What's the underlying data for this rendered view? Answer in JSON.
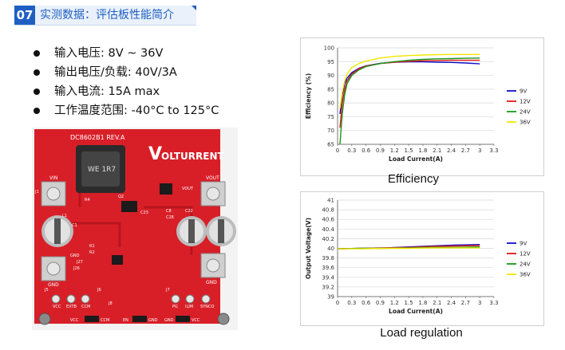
{
  "header": {
    "number": "07",
    "title": "实测数据：评估板性能简介"
  },
  "specs": [
    "输入电压: 8V ~ 36V",
    "输出电压/负载: 40V/3A",
    "输入电流: 15A max",
    "工作温度范围: -40°C to 125°C"
  ],
  "board": {
    "id_label": "DC8602B1 REV.A",
    "logo_text": "OLTURRENT",
    "logo_initial": "V",
    "inductor_text": "WE 1R7",
    "terminals": [
      "VIN",
      "GND",
      "VOUT",
      "GND"
    ],
    "labels": [
      "VOUT",
      "J1",
      "R4",
      "Q2",
      "J27",
      "C28",
      "C8",
      "L1",
      "J26",
      "GND",
      "C1",
      "R2",
      "R1",
      "C22",
      "C23",
      "VCC",
      "EXTB",
      "CCM",
      "J5",
      "J6",
      "J8",
      "J7",
      "PG",
      "ILIM",
      "SYNCO",
      "VCC",
      "CCM",
      "EN",
      "GND",
      "GND",
      "VCC"
    ]
  },
  "chart_data": [
    {
      "type": "line",
      "caption": "Efficiency",
      "ylabel": "Efficiency (%)",
      "xlabel": "Load Current(A)",
      "xlim": [
        0,
        3.3
      ],
      "ylim": [
        65,
        100
      ],
      "xticks": [
        "0",
        "0.3",
        "0.6",
        "0.9",
        "1.2",
        "1.5",
        "1.8",
        "2.1",
        "2.4",
        "2.7",
        "3",
        "3.3"
      ],
      "yticks": [
        "65",
        "70",
        "75",
        "80",
        "85",
        "90",
        "95",
        "100"
      ],
      "legend_position": "right",
      "series": [
        {
          "name": "9V",
          "color": "#1010c8",
          "x": [
            0.05,
            0.1,
            0.15,
            0.2,
            0.3,
            0.45,
            0.6,
            0.9,
            1.2,
            1.5,
            1.8,
            2.1,
            2.4,
            2.7,
            3.0
          ],
          "y": [
            76,
            83,
            87,
            89,
            91,
            92.6,
            93.5,
            94.4,
            94.8,
            94.9,
            94.9,
            94.8,
            94.7,
            94.5,
            94.2
          ]
        },
        {
          "name": "12V",
          "color": "#e01818",
          "x": [
            0.05,
            0.1,
            0.15,
            0.2,
            0.3,
            0.45,
            0.6,
            0.9,
            1.2,
            1.5,
            1.8,
            2.1,
            2.4,
            2.7,
            3.0
          ],
          "y": [
            71,
            80,
            85,
            88,
            90.5,
            92.4,
            93.4,
            94.3,
            94.8,
            95.1,
            95.3,
            95.4,
            95.5,
            95.5,
            95.5
          ]
        },
        {
          "name": "24V",
          "color": "#189818",
          "x": [
            0.05,
            0.1,
            0.15,
            0.2,
            0.3,
            0.45,
            0.6,
            0.9,
            1.2,
            1.5,
            1.8,
            2.1,
            2.4,
            2.7,
            3.0
          ],
          "y": [
            65,
            76,
            83,
            87,
            90,
            92,
            93.2,
            94.3,
            95,
            95.5,
            95.8,
            96,
            96.1,
            96.2,
            96.3
          ]
        },
        {
          "name": "36V",
          "color": "#f0e800",
          "x": [
            0.05,
            0.1,
            0.15,
            0.2,
            0.3,
            0.45,
            0.6,
            0.9,
            1.2,
            1.5,
            1.8,
            2.1,
            2.4,
            2.7,
            3.0
          ],
          "y": [
            78,
            84,
            88,
            90.5,
            92.8,
            94.3,
            95.2,
            96.3,
            96.9,
            97.2,
            97.4,
            97.5,
            97.6,
            97.6,
            97.6
          ]
        }
      ]
    },
    {
      "type": "line",
      "caption": "Load regulation",
      "ylabel": "Output Voltage(V)",
      "xlabel": "Load Current(A)",
      "xlim": [
        0,
        3.3
      ],
      "ylim": [
        39,
        41
      ],
      "xticks": [
        "0",
        "0.3",
        "0.6",
        "0.9",
        "1.2",
        "1.5",
        "1.8",
        "2.1",
        "2.4",
        "2.7",
        "3",
        "3.3"
      ],
      "yticks": [
        "39",
        "39.2",
        "39.4",
        "39.6",
        "39.8",
        "40",
        "40.2",
        "40.4",
        "40.6",
        "40.8",
        "41"
      ],
      "legend_position": "right",
      "series": [
        {
          "name": "9V",
          "color": "#1010c8",
          "x": [
            0,
            0.5,
            1.0,
            1.5,
            2.0,
            2.5,
            3.0
          ],
          "y": [
            39.99,
            40.0,
            40.01,
            40.03,
            40.05,
            40.07,
            40.08
          ]
        },
        {
          "name": "12V",
          "color": "#e01818",
          "x": [
            0,
            0.5,
            1.0,
            1.5,
            2.0,
            2.5,
            3.0
          ],
          "y": [
            39.99,
            40.0,
            40.01,
            40.02,
            40.04,
            40.05,
            40.06
          ]
        },
        {
          "name": "24V",
          "color": "#189818",
          "x": [
            0,
            0.5,
            1.0,
            1.5,
            2.0,
            2.5,
            3.0
          ],
          "y": [
            39.99,
            40.0,
            40.0,
            40.01,
            40.02,
            40.02,
            40.03
          ]
        },
        {
          "name": "36V",
          "color": "#f0e800",
          "x": [
            0,
            0.5,
            1.0,
            1.5,
            2.0,
            2.5,
            3.0
          ],
          "y": [
            39.99,
            39.99,
            40.0,
            40.0,
            40.01,
            40.01,
            40.01
          ]
        }
      ]
    }
  ]
}
